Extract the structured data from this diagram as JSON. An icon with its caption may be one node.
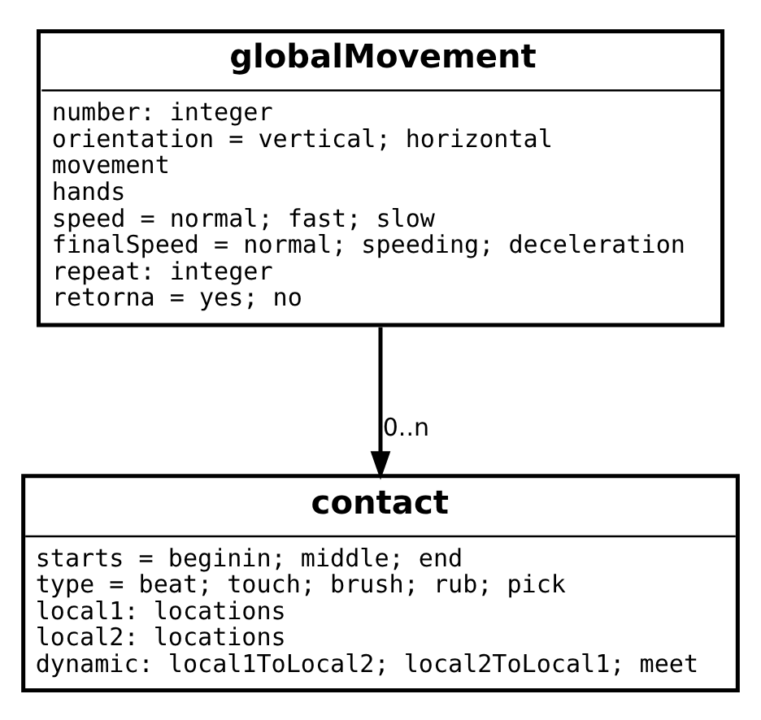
{
  "diagram": {
    "nodes": [
      {
        "text": [
          "globalMovement",
          "number: integer",
          "orientation = vertical; horizontal",
          "movement",
          "hands",
          "speed = normal; fast; slow",
          "finalSpeed = normal; speeding; deceleration",
          "repeat: integer",
          "retorna = yes; no"
        ]
      },
      {
        "text": [
          "contact",
          "starts = beginin; middle; end",
          "type = beat; touch; brush; rub; pick",
          "local1: locations",
          "local2: locations",
          "dynamic: local1ToLocal2; local2ToLocal1; meet"
        ]
      }
    ],
    "edges": [
      {
        "from": 0,
        "to": 1,
        "arrow": "to",
        "label": "0..n"
      }
    ]
  }
}
